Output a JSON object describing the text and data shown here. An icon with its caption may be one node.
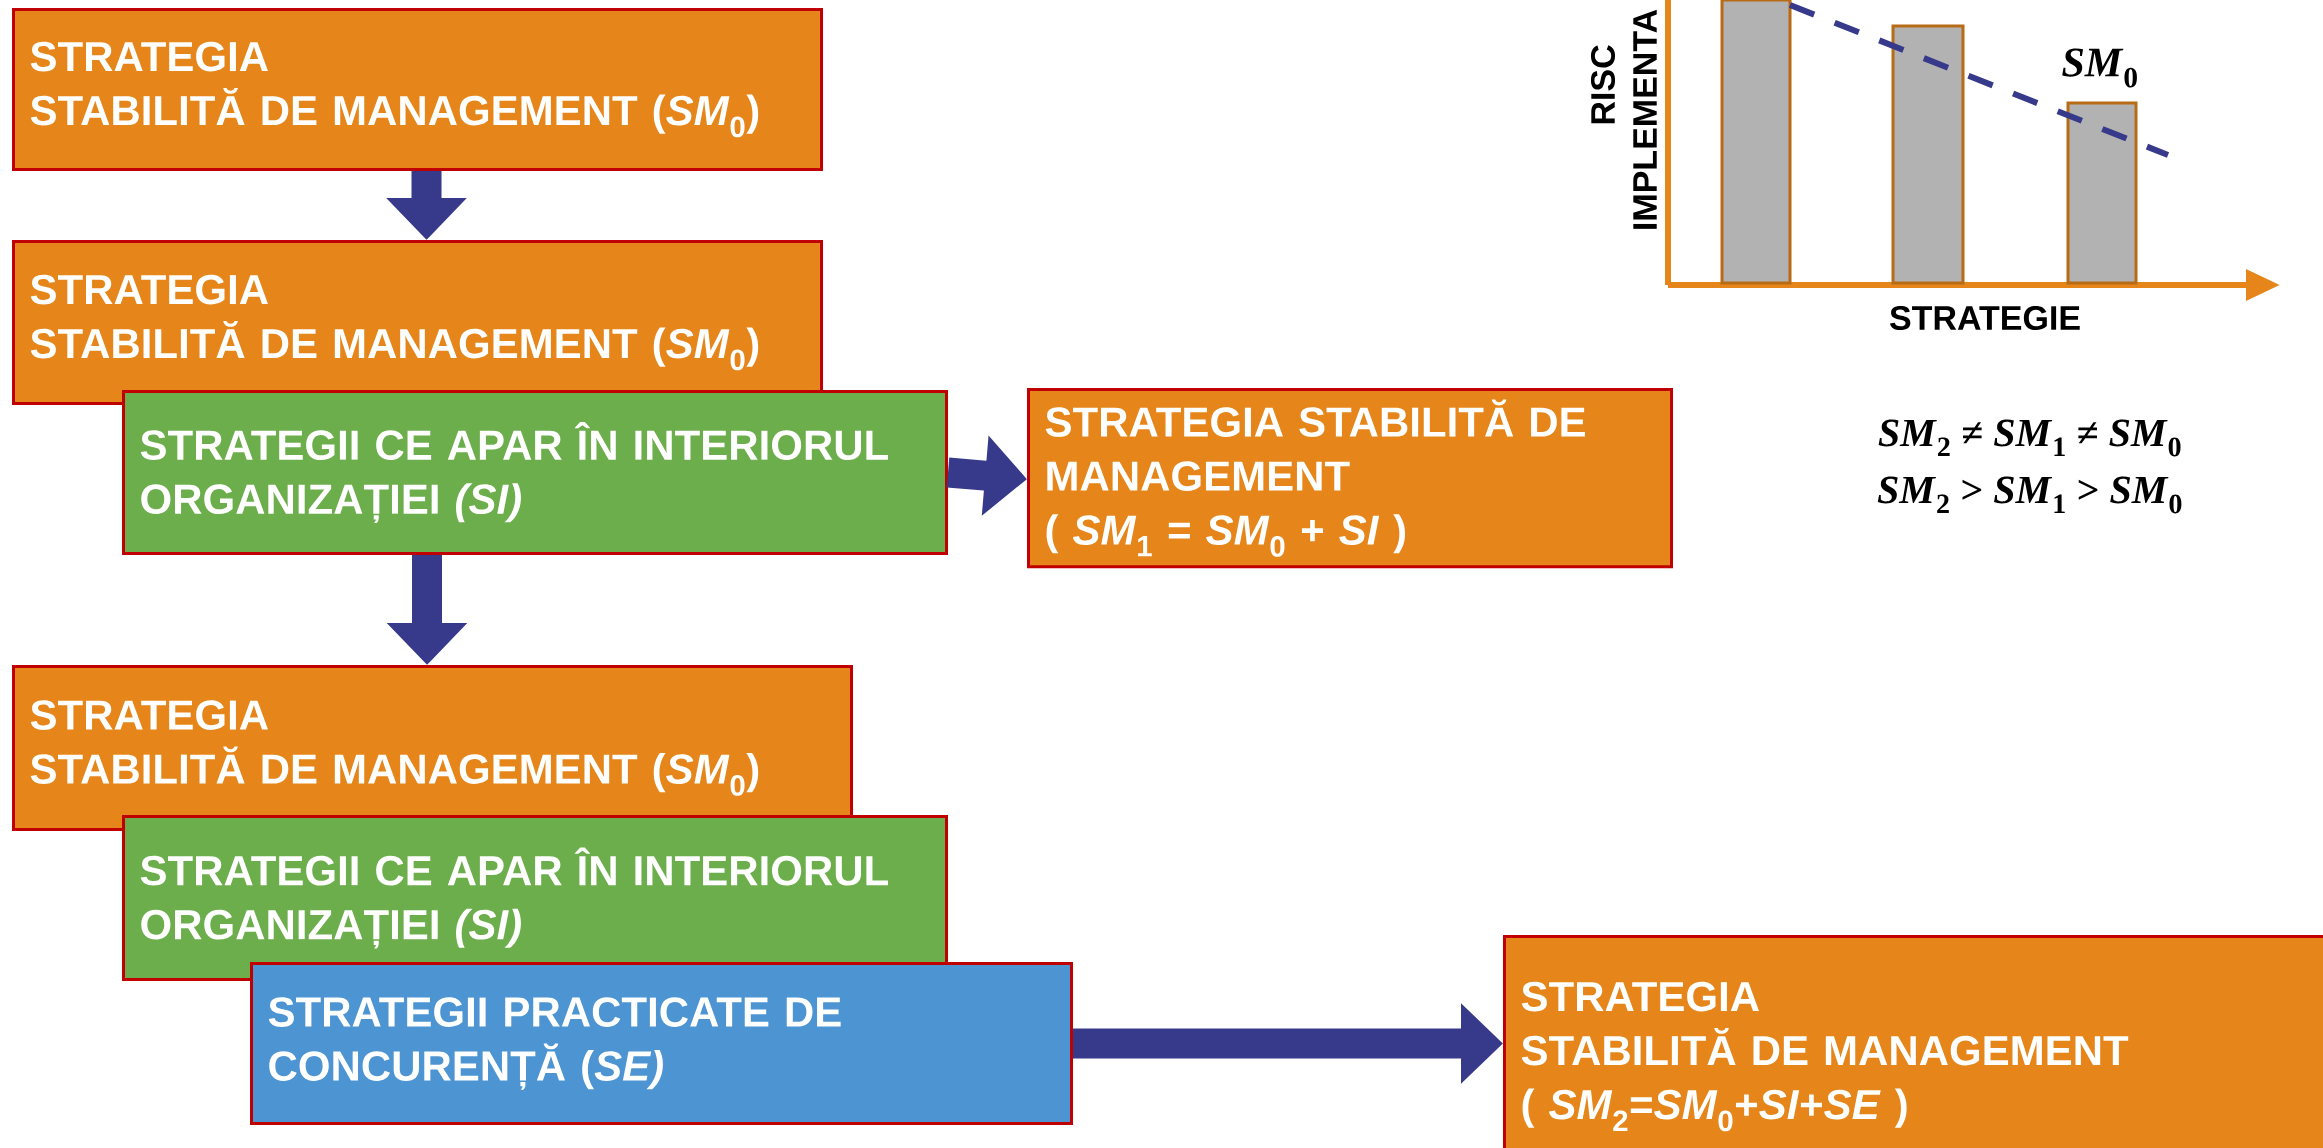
{
  "diagram": {
    "nodes": [
      {
        "text": [
          "STRATEGIA",
          "STABILITĂ DE MANAGEMENT (*SM*$_{0}$)"
        ]
      },
      {
        "text": [
          "STRATEGIA",
          "STABILITĂ DE MANAGEMENT (*SM*$_{0}$)"
        ]
      },
      {
        "text": [
          "STRATEGII CE APAR ÎN INTERIORUL ORGANIZAȚIEI *(SI)*"
        ]
      },
      {
        "text": [
          "STRATEGIA STABILITĂ DE MANAGEMENT",
          "( *SM*$_{1}$ = *SM*$_{0}$ + *SI* )"
        ]
      },
      {
        "text": [
          "STRATEGIA",
          "STABILITĂ DE MANAGEMENT (*SM*$_{0}$)"
        ]
      },
      {
        "text": [
          "STRATEGII CE APAR ÎN INTERIORUL ORGANIZAȚIEI *(SI)*"
        ]
      },
      {
        "text": [
          "STRATEGII PRACTICATE DE CONCURENȚĂ (*SE)*"
        ]
      },
      {
        "text": [
          "STRATEGIA",
          "STABILITĂ DE MANAGEMENT",
          "( *SM*$_{2}$=*SM*$_{0}$+*SI*+*SE* )"
        ]
      }
    ],
    "edges": [
      {
        "from": 0,
        "to": 1,
        "arrow": "to"
      },
      {
        "from": 2,
        "to": 3,
        "arrow": "to"
      },
      {
        "from": 2,
        "to": 4,
        "arrow": "to"
      },
      {
        "from": 6,
        "to": 7,
        "arrow": "to"
      }
    ],
    "labels": [
      "RISC",
      "IMPLEMENTA",
      "*SM*$_{0}$",
      "STRATEGIE",
      "*SM*$_{2}$ ≠ *SM*$_{1}$ ≠ *SM*$_{0}$",
      "*SM*$_{2}$ > *SM*$_{1}$ > *SM*$_{0}$"
    ]
  }
}
